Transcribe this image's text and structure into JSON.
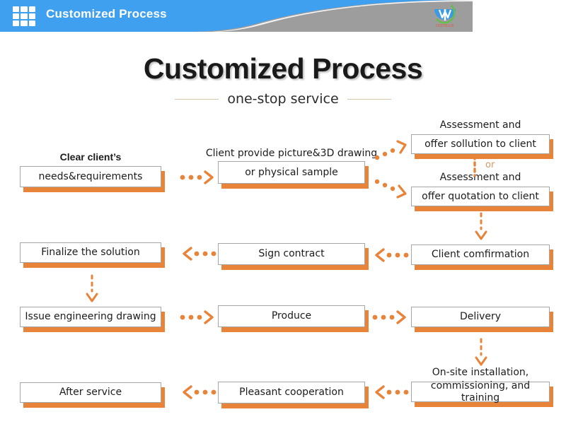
{
  "header": {
    "title": "Customized Process",
    "grid_icon": "grid-apps-icon",
    "logo_icon": "brand-logo-icon",
    "bar_blue": "#3fa0ef",
    "bar_grey": "#9d9d9d"
  },
  "title_block": {
    "title": "Customized Process",
    "subtitle": "one-stop service"
  },
  "theme": {
    "accent_orange": "#e8833a",
    "box_border": "#a6a6a6",
    "box_fill": "#ffffff",
    "or_text_color": "#d29a62"
  },
  "connector_labels": {
    "or": "or"
  },
  "flow": {
    "nodes": [
      {
        "id": "needs",
        "over": "Clear client’s",
        "over_bold": true,
        "inner": "needs&requirements"
      },
      {
        "id": "picture",
        "over": "Client  provide picture&3D drawing",
        "over_bold": false,
        "inner": "or physical sample"
      },
      {
        "id": "solution",
        "over": "Assessment and",
        "over_bold": false,
        "inner": "offer sollution to client"
      },
      {
        "id": "quotation",
        "over": "Assessment and",
        "over_bold": false,
        "inner": "offer quotation to client"
      },
      {
        "id": "confirmation",
        "over": "",
        "over_bold": false,
        "inner": "Client comfirmation"
      },
      {
        "id": "sign",
        "over": "",
        "over_bold": false,
        "inner": "Sign contract"
      },
      {
        "id": "finalize",
        "over": "",
        "over_bold": false,
        "inner": "Finalize the solution"
      },
      {
        "id": "drawing",
        "over": "",
        "over_bold": false,
        "inner": "Issue engineering drawing"
      },
      {
        "id": "produce",
        "over": "",
        "over_bold": false,
        "inner": "Produce"
      },
      {
        "id": "delivery",
        "over": "",
        "over_bold": false,
        "inner": "Delivery"
      },
      {
        "id": "onsite",
        "over": "On-site installation,",
        "over_bold": false,
        "inner": "commissioning, and training"
      },
      {
        "id": "pleasant",
        "over": "",
        "over_bold": false,
        "inner": "Pleasant cooperation"
      },
      {
        "id": "after",
        "over": "",
        "over_bold": false,
        "inner": "After service"
      }
    ],
    "connectors": [
      {
        "from": "needs",
        "to": "picture",
        "direction": "right"
      },
      {
        "from": "picture",
        "to": "solution",
        "direction": "up-right"
      },
      {
        "from": "picture",
        "to": "quotation",
        "direction": "down-right"
      },
      {
        "from": "solution",
        "to": "quotation",
        "direction": "or-divider"
      },
      {
        "from": "quotation",
        "to": "confirmation",
        "direction": "down"
      },
      {
        "from": "confirmation",
        "to": "sign",
        "direction": "left"
      },
      {
        "from": "sign",
        "to": "finalize",
        "direction": "left"
      },
      {
        "from": "finalize",
        "to": "drawing",
        "direction": "down"
      },
      {
        "from": "drawing",
        "to": "produce",
        "direction": "right"
      },
      {
        "from": "produce",
        "to": "delivery",
        "direction": "right"
      },
      {
        "from": "delivery",
        "to": "onsite",
        "direction": "down"
      },
      {
        "from": "onsite",
        "to": "pleasant",
        "direction": "left"
      },
      {
        "from": "pleasant",
        "to": "after",
        "direction": "left"
      }
    ]
  }
}
